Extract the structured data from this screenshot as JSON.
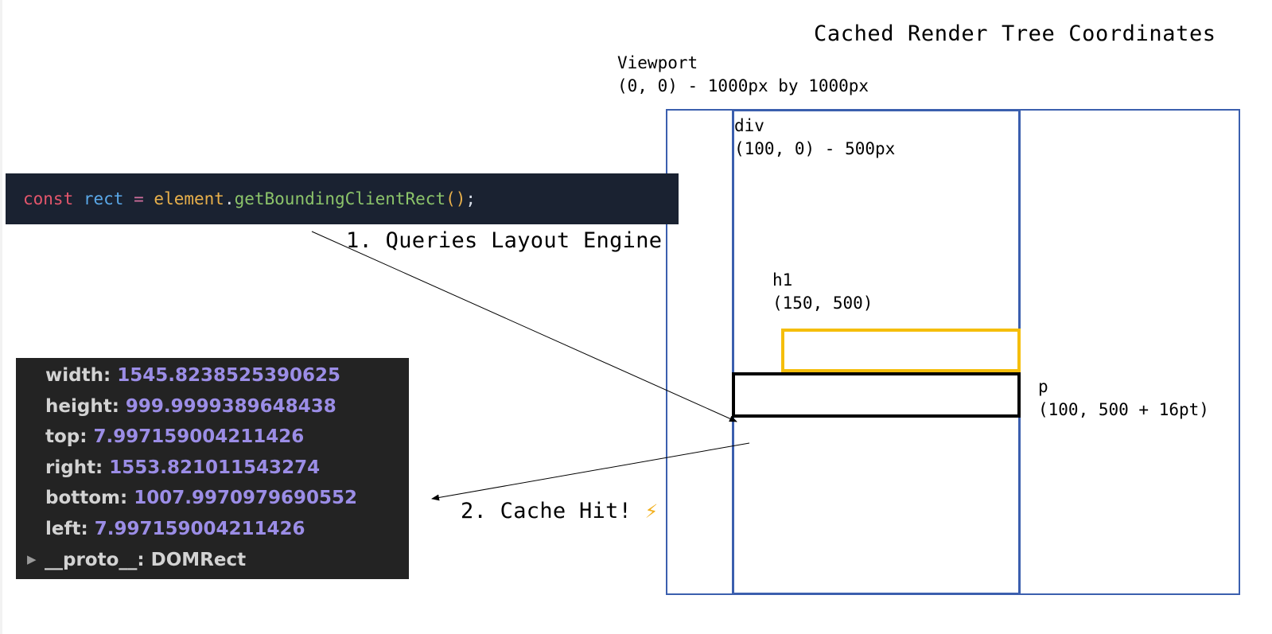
{
  "title": "Cached Render Tree Coordinates",
  "viewport": {
    "name": "Viewport",
    "coords": "(0, 0) - 1000px by 1000px"
  },
  "div": {
    "name": "div",
    "coords": "(100, 0) - 500px"
  },
  "h1": {
    "name": "h1",
    "coords": "(150, 500)"
  },
  "p": {
    "name": "p",
    "coords": "(100, 500 + 16pt)"
  },
  "code": {
    "keyword": "const",
    "variable": "rect",
    "operator": "=",
    "object": "element",
    "dot": ".",
    "method": "getBoundingClientRect",
    "parens": "()",
    "semicolon": ";"
  },
  "console": {
    "rows": [
      {
        "key": "width:",
        "value": "1545.8238525390625"
      },
      {
        "key": "height:",
        "value": "999.9999389648438"
      },
      {
        "key": "top:",
        "value": "7.997159004211426"
      },
      {
        "key": "right:",
        "value": "1553.821011543274"
      },
      {
        "key": "bottom:",
        "value": "1007.9970979690552"
      },
      {
        "key": "left:",
        "value": "7.997159004211426"
      }
    ],
    "proto": "__proto__: DOMRect"
  },
  "steps": {
    "step1": "1. Queries Layout Engine",
    "step2": "2. Cache Hit!",
    "step2_icon": "lightning-bolt-icon",
    "step2_icon_char": "⚡"
  },
  "colors": {
    "div_border": "#3b5fae",
    "h1_border": "#f5be0b",
    "p_border": "#000000",
    "code_bg": "#1a2231",
    "console_bg": "#232323",
    "console_value": "#9b8de6"
  }
}
